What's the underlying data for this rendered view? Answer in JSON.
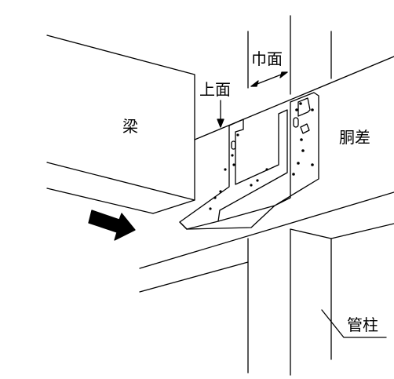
{
  "labels": {
    "beam": "梁",
    "top_face": "上面",
    "width_face": "巾面",
    "girth": "胴差",
    "tube_column": "管柱"
  },
  "colors": {
    "line": "#000000",
    "background": "#ffffff",
    "arrow": "#000000"
  }
}
